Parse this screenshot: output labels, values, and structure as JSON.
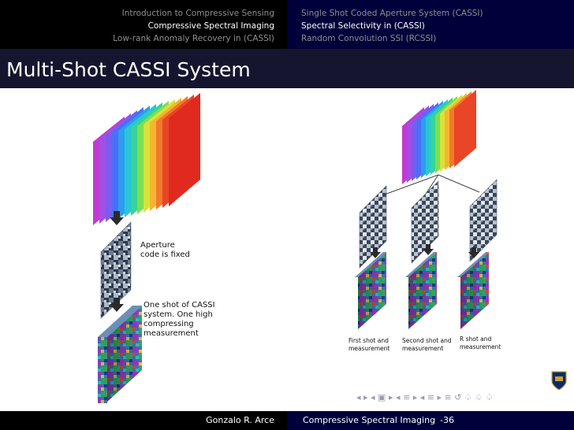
{
  "header": {
    "left_sections": [
      "Introduction to Compressive Sensing",
      "Compressive Spectral Imaging",
      "Low-rank Anomaly Recovery in (CASSI)"
    ],
    "right_subsections": [
      "Single Shot Coded Aperture System (CASSI)",
      "Spectral Selectivity in (CASSI)",
      "Random Convolution SSI (RCSSI)"
    ]
  },
  "slide": {
    "title": "Multi-Shot CASSI System"
  },
  "left_figure": {
    "label_aperture": [
      "Aperture",
      "code is fixed"
    ],
    "label_shot": [
      "One shot of CASSI",
      "system. One high",
      "compressing",
      "measurement"
    ]
  },
  "right_figure": {
    "captions": [
      [
        "First shot  and",
        "measurement"
      ],
      [
        "Second shot and",
        "measurement"
      ],
      [
        "R shot and",
        "measurement"
      ]
    ]
  },
  "footer": {
    "author": "Gonzalo R. Arce",
    "title": "Compressive Spectral Imaging",
    "page": "-36"
  },
  "nav_controls": "◂ ▸ ◂ ▣ ▸ ◂ ≡ ▸ ◂ ≡ ▸   ≡   ↺ ♤ ♤ ♤"
}
